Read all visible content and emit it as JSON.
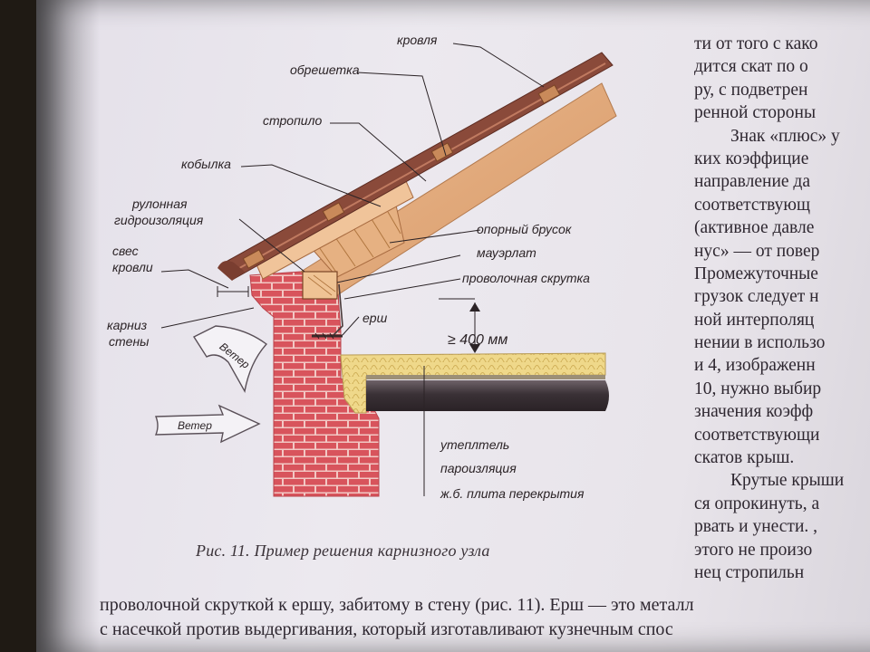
{
  "labels": {
    "roof": "кровля",
    "battens": "обрешетка",
    "rafter": "стропило",
    "filly": "кобылка",
    "waterproofing_1": "рулонная",
    "waterproofing_2": "гидроизоляция",
    "overhang_1": "свес",
    "overhang_2": "кровли",
    "support_beam": "опорный брусок",
    "mauerlat": "мауэрлат",
    "wire_twist": "проволочная скрутка",
    "cornice_1": "карниз",
    "cornice_2": "стены",
    "ruff": "ерш",
    "distance": "≥ 400 мм",
    "wind_1": "Ветер",
    "wind_2": "Ветер",
    "insulation": "утеплтель",
    "vapor_barrier": "пароизляция",
    "slab": "ж.б. плита перекрытия"
  },
  "caption": "Рис. 11. Пример решения карнизного узла",
  "right_column": [
    "ти от того с како",
    "дится скат по о",
    "ру, с подветрен",
    "ренной стороны",
    "Знак «плюс» у",
    "ких коэффицие",
    "направление да",
    "соответствующ",
    "(активное давле",
    "нус» — от повер",
    "Промежуточные",
    "грузок следует н",
    "ной интерполяц",
    "нении в использо",
    "и 4, изображенн",
    "10, нужно выбир",
    "значения коэфф",
    "соответствующи",
    "скатов крыш.",
    "Крутые крыши",
    "ся опрокинуть, а",
    "рвать и унести. ,",
    "этого не произо",
    "нец стропильн"
  ],
  "bottom_lines": [
    "проволочной скруткой к ершу, забитому в стену (рис. 11). Ерш — это металл",
    "с насечкой против выдергивания, который изготавливают кузнечным спос"
  ],
  "colors": {
    "brick": "#d8545c",
    "mortar": "#f2c8c4",
    "wood": "#e3a97b",
    "roof": "#8a4a3a",
    "insulation": "#efd88a",
    "slab": "#3a3136"
  }
}
